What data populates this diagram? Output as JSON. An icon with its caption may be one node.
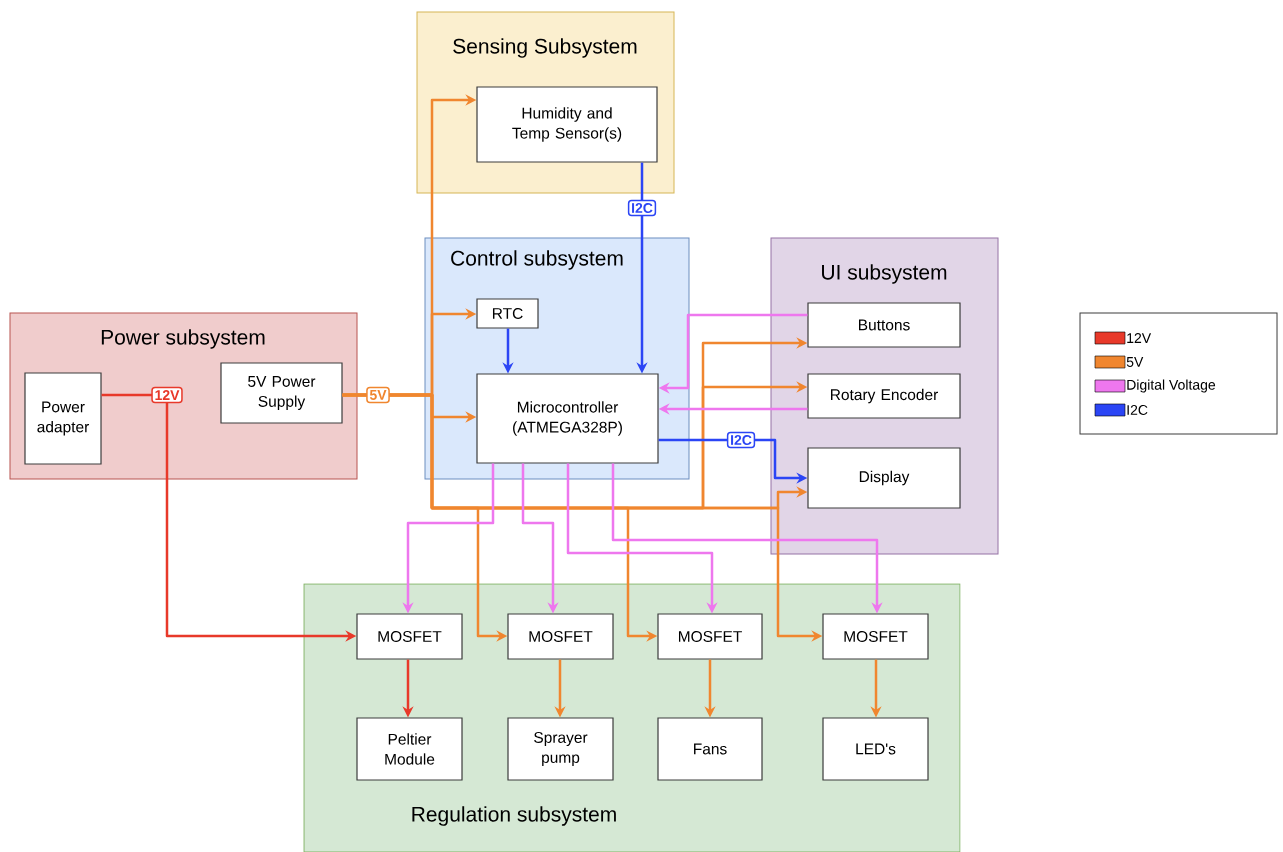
{
  "diagram": {
    "nodes": [
      {
        "text": [
          "Sensing Subsystem"
        ]
      },
      {
        "text": [
          "Humidity and Temp Sensor(s)"
        ],
        "in": 0
      },
      {
        "text": [
          "Control subsystem"
        ]
      },
      {
        "text": [
          "RTC"
        ],
        "in": 2
      },
      {
        "text": [
          "Microcontroller (ATMEGA328P)"
        ],
        "in": 2
      },
      {
        "text": [
          "UI subsystem"
        ]
      },
      {
        "text": [
          "Buttons"
        ],
        "in": 5
      },
      {
        "text": [
          "Rotary Encoder"
        ],
        "in": 5
      },
      {
        "text": [
          "Display"
        ],
        "in": 5
      },
      {
        "text": [
          "Power subsystem"
        ]
      },
      {
        "text": [
          "Power adapter"
        ],
        "in": 9
      },
      {
        "text": [
          "5V Power Supply"
        ],
        "in": 9
      },
      {
        "text": [
          "Regulation subsystem"
        ]
      },
      {
        "text": [
          "MOSFET"
        ],
        "in": 12
      },
      {
        "text": [
          "MOSFET"
        ],
        "in": 12
      },
      {
        "text": [
          "MOSFET"
        ],
        "in": 12
      },
      {
        "text": [
          "MOSFET"
        ],
        "in": 12
      },
      {
        "text": [
          "Peltier Module"
        ],
        "in": 12
      },
      {
        "text": [
          "Sprayer pump"
        ],
        "in": 12
      },
      {
        "text": [
          "Fans"
        ],
        "in": 12
      },
      {
        "text": [
          "LED's"
        ],
        "in": 12
      }
    ],
    "edges": [
      {
        "from": 10,
        "to": 13,
        "arrow": "to",
        "label": "12V",
        "color": "#e8392a"
      },
      {
        "from": 11,
        "to": 1,
        "arrow": "to"
      },
      {
        "from": 11,
        "to": 3,
        "arrow": "to"
      },
      {
        "from": 11,
        "to": 4,
        "arrow": "to",
        "label": "5V"
      },
      {
        "from": 11,
        "to": 6,
        "arrow": "to"
      },
      {
        "from": 11,
        "to": 7,
        "arrow": "to"
      },
      {
        "from": 11,
        "to": 8,
        "arrow": "to"
      },
      {
        "from": 11,
        "to": 14,
        "arrow": "to"
      },
      {
        "from": 11,
        "to": 15,
        "arrow": "to"
      },
      {
        "from": 11,
        "to": 16,
        "arrow": "to"
      },
      {
        "from": 1,
        "to": 4,
        "arrow": "to",
        "label": "I2C",
        "color": "#2b45f5"
      },
      {
        "from": 3,
        "to": 4,
        "arrow": "to",
        "color": "#2b45f5"
      },
      {
        "from": 4,
        "to": 8,
        "arrow": "to",
        "label": "I2C",
        "color": "#2b45f5"
      },
      {
        "from": 6,
        "to": 4,
        "arrow": "to",
        "color": "#ee77ee"
      },
      {
        "from": 7,
        "to": 4,
        "arrow": "to",
        "color": "#ee77ee"
      },
      {
        "from": 4,
        "to": 13,
        "arrow": "to",
        "color": "#ee77ee"
      },
      {
        "from": 4,
        "to": 14,
        "arrow": "to",
        "color": "#ee77ee"
      },
      {
        "from": 4,
        "to": 15,
        "arrow": "to",
        "color": "#ee77ee"
      },
      {
        "from": 4,
        "to": 16,
        "arrow": "to",
        "color": "#ee77ee"
      },
      {
        "from": 13,
        "to": 17,
        "arrow": "to",
        "color": "#e8392a"
      },
      {
        "from": 14,
        "to": 18,
        "arrow": "to"
      },
      {
        "from": 15,
        "to": 19,
        "arrow": "to"
      },
      {
        "from": 16,
        "to": 20,
        "arrow": "to"
      }
    ],
    "legend": [
      {
        "text": "12V",
        "color": "#e8392a"
      },
      {
        "text": "5V",
        "color": "#f0862f"
      },
      {
        "text": "Digital Voltage",
        "color": "#ee77ee"
      },
      {
        "text": "I2C",
        "color": "#2b45f5"
      }
    ]
  }
}
